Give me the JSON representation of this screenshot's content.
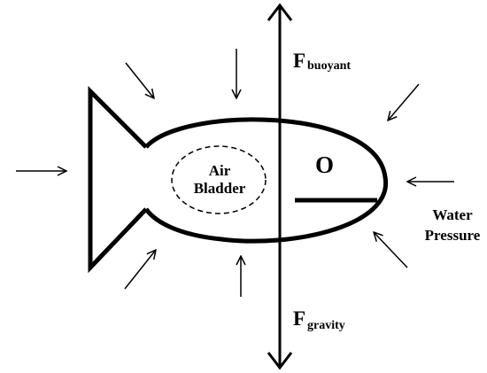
{
  "labels": {
    "air_bladder_line1": "Air",
    "air_bladder_line2": "Bladder",
    "eye": "O",
    "force_buoyant_main": "F",
    "force_buoyant_sub": "buoyant",
    "force_gravity_main": "F",
    "force_gravity_sub": "gravity",
    "water_pressure_line1": "Water",
    "water_pressure_line2": "Pressure"
  },
  "colors": {
    "stroke": "#000000",
    "background": "#ffffff"
  }
}
